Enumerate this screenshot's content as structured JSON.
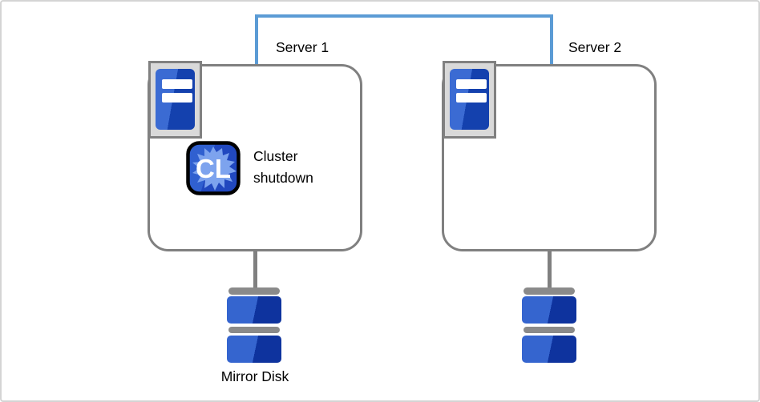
{
  "diagram": {
    "interconnect": {
      "name": "heartbeat-link"
    },
    "servers": [
      {
        "label": "Server 1"
      },
      {
        "label": "Server 2"
      }
    ],
    "cluster_action": {
      "icon_text": "CL",
      "line1": "Cluster",
      "line2": "shutdown"
    },
    "mirror_disk": {
      "label": "Mirror Disk"
    }
  },
  "colors": {
    "interconnect_blue": "#5b9bd5",
    "outline_gray": "#808080",
    "plate_gray": "#d9d9d9",
    "canvas_border": "#d4d4d4",
    "disk_cap_gray": "#8a8a8a",
    "disk_blue_light": "#3565cf",
    "disk_blue_dark": "#0e339e",
    "server_blue_light": "#3b6bd3",
    "server_blue_dark": "#1441ae",
    "cl_icon_blue_light": "#3060d0",
    "cl_icon_blue_dark": "#2148bf",
    "cl_icon_splat": "#7da3ee"
  }
}
